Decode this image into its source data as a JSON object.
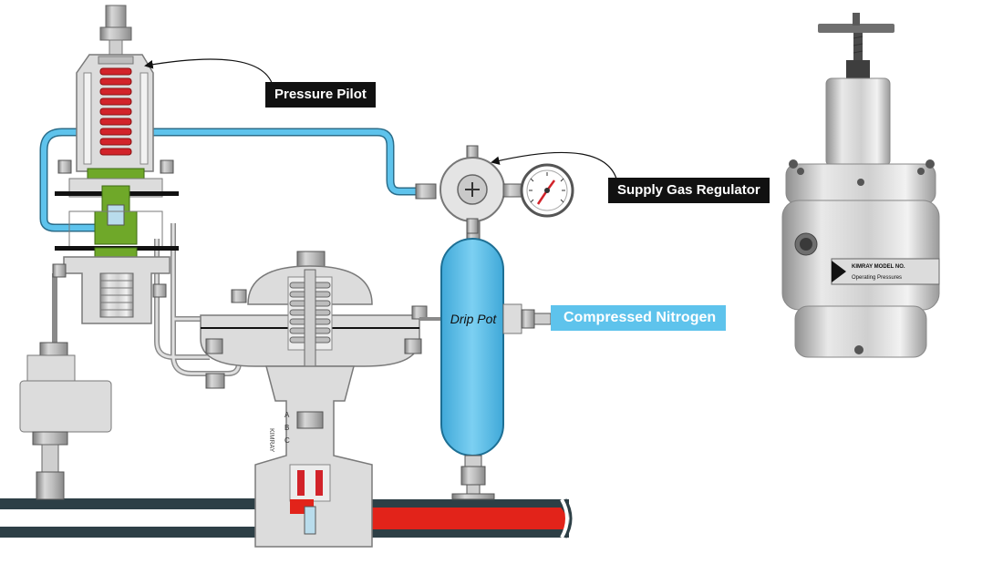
{
  "labels": {
    "pressure_pilot": "Pressure Pilot",
    "supply_gas_regulator": "Supply Gas Regulator",
    "compressed_nitrogen": "Compressed Nitrogen",
    "drip_pot": "Drip Pot"
  },
  "product_nameplate": {
    "line1": "KIMRAY MODEL NO.",
    "line2": "Operating Pressures"
  },
  "valve_body_marks": [
    "A",
    "B",
    "C"
  ],
  "colors": {
    "spring": "#d2232a",
    "diaphragm_plate": "#6fa829",
    "gas_line": "#5ec3ec",
    "process_fluid": "#e2231a",
    "pipe": "#2d3f46",
    "body": "#dcdcdc",
    "callout_bg": "#111111"
  }
}
